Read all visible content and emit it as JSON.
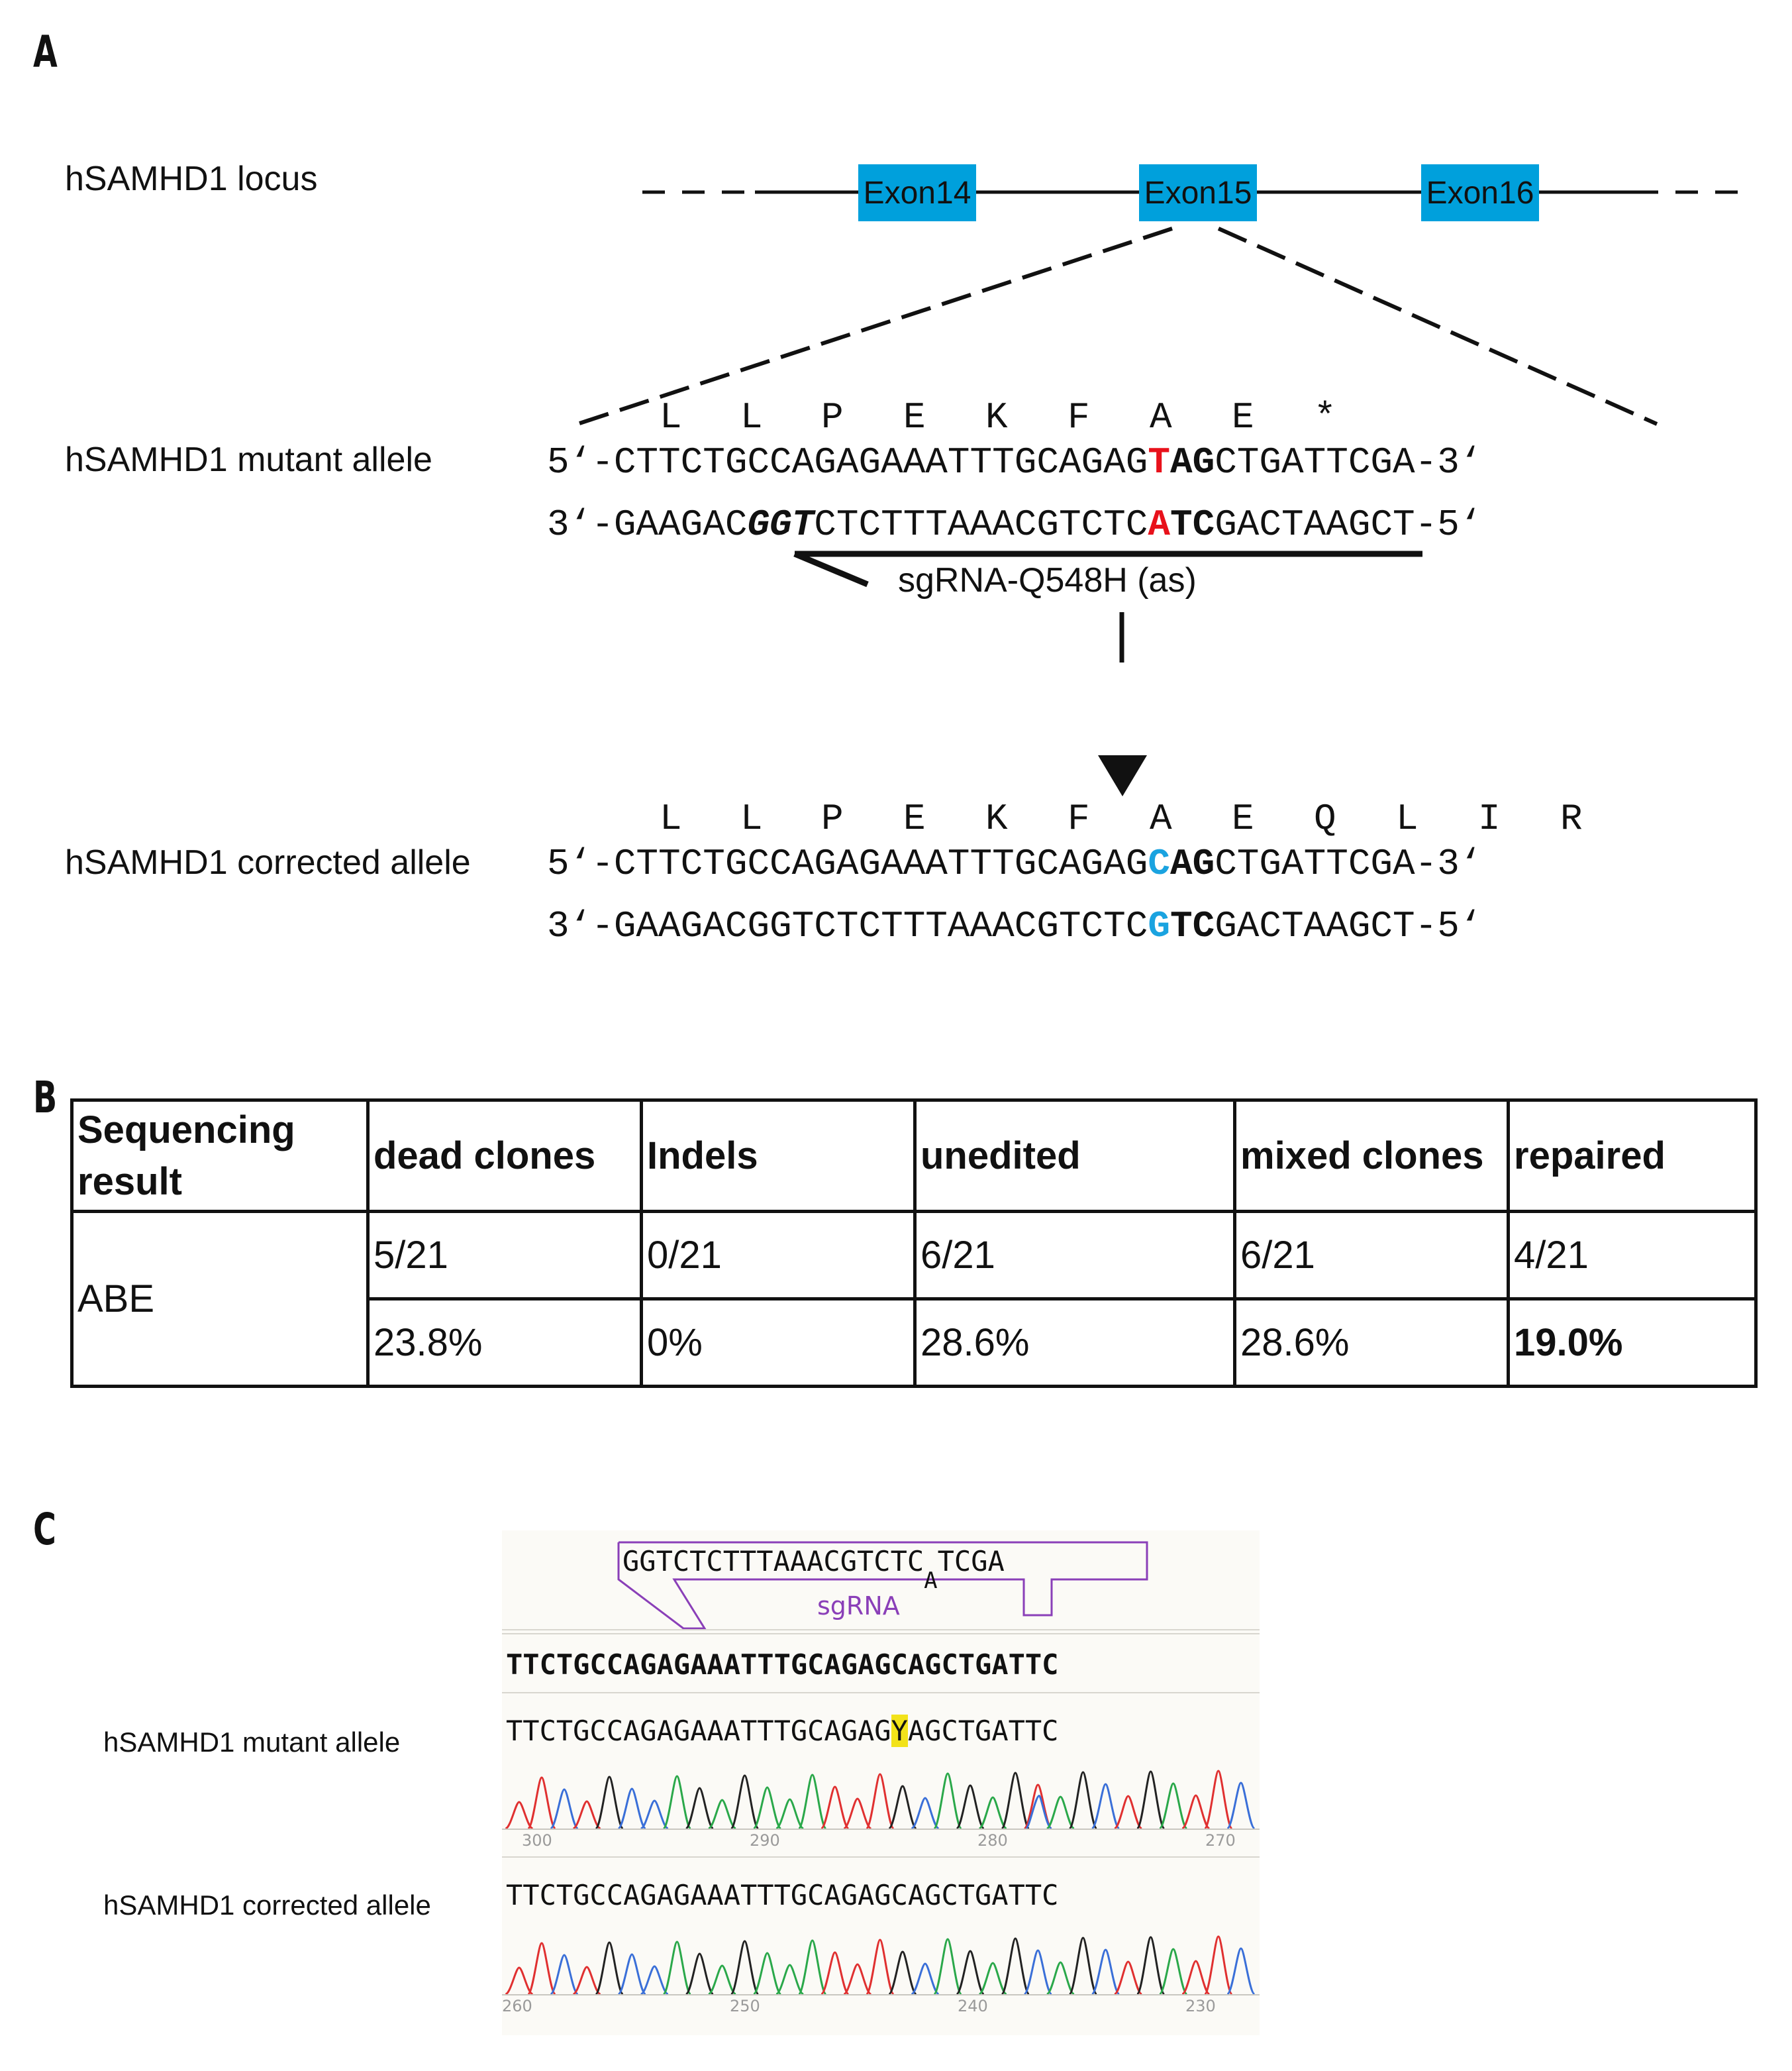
{
  "panels": {
    "a": "A",
    "b": "B",
    "c": "C"
  },
  "panel_a": {
    "locus_label": "hSAMHD1 locus",
    "exons": [
      "Exon14",
      "Exon15",
      "Exon16"
    ],
    "mutant_label": "hSAMHD1 mutant allele",
    "corrected_label": "hSAMHD1 corrected allele",
    "mutant_aa": [
      "L",
      "L",
      "P",
      "E",
      "K",
      "F",
      "A",
      "E",
      "*"
    ],
    "corrected_aa": [
      "L",
      "L",
      "P",
      "E",
      "K",
      "F",
      "A",
      "E",
      "Q",
      "L",
      "I",
      "R"
    ],
    "mutant_top": {
      "prefix": "5‘-CTTCTGCCAGAGAAATTTGCAGAG",
      "mut": "T",
      "bold": "AG",
      "suffix": "CTGATTCGA-3‘"
    },
    "mutant_bottom": {
      "prefix": "3‘-GAAGAC",
      "pam": "GGT",
      "mid": "CTCTTTAAACGTCTC",
      "mut": "A",
      "bold": "TC",
      "suffix": "GACTAAGCT-5‘"
    },
    "sgrna_label": "sgRNA-Q548H (as)",
    "corrected_top": {
      "prefix": "5‘-CTTCTGCCAGAGAAATTTGCAGAG",
      "fix": "C",
      "bold": "AG",
      "suffix": "CTGATTCGA-3‘"
    },
    "corrected_bottom": {
      "prefix": "3‘-GAAGACGGTCTCTTTAAACGTCTC",
      "fix": "G",
      "bold": "TC",
      "suffix": "GACTAAGCT-5‘"
    },
    "colors": {
      "exon": "#00a0dc",
      "mutation": "#e8111b",
      "correction": "#1aa3e0"
    }
  },
  "panel_b": {
    "headers": [
      "Sequencing result",
      "dead clones",
      "Indels",
      "unedited",
      "mixed clones",
      "repaired"
    ],
    "row_label": "ABE",
    "counts": [
      "5/21",
      "0/21",
      "6/21",
      "6/21",
      "4/21"
    ],
    "percents": [
      "23.8%",
      "0%",
      "28.6%",
      "28.6%",
      "19.0%"
    ]
  },
  "panel_c": {
    "guide_seq_left": "GGTCTCTTTAAACGTCTC",
    "guide_mismatch": "A",
    "guide_seq_right": "TCGA",
    "guide_label": "sgRNA",
    "reference": "TTCTGCCAGAGAAATTTGCAGAGCAGCTGATTC",
    "mutant_label": "hSAMHD1 mutant allele",
    "mutant_read_left": "TTCTGCCAGAGAAATTTGCAGAG",
    "mutant_read_ambig": "Y",
    "mutant_read_right": "AGCTGATTC",
    "mutant_ticks": [
      "300",
      "290",
      "280",
      "270"
    ],
    "corrected_label": "hSAMHD1 corrected allele",
    "corrected_read": "TTCTGCCAGAGAAATTTGCAGAGCAGCTGATTC",
    "corrected_ticks": [
      "260",
      "250",
      "240",
      "230"
    ],
    "trace_colors": {
      "A": "#2aa84a",
      "C": "#3a6fd8",
      "G": "#222222",
      "T": "#e03030",
      "guide": "#8a3fb8",
      "ambiguity": "#f2e21a"
    }
  }
}
